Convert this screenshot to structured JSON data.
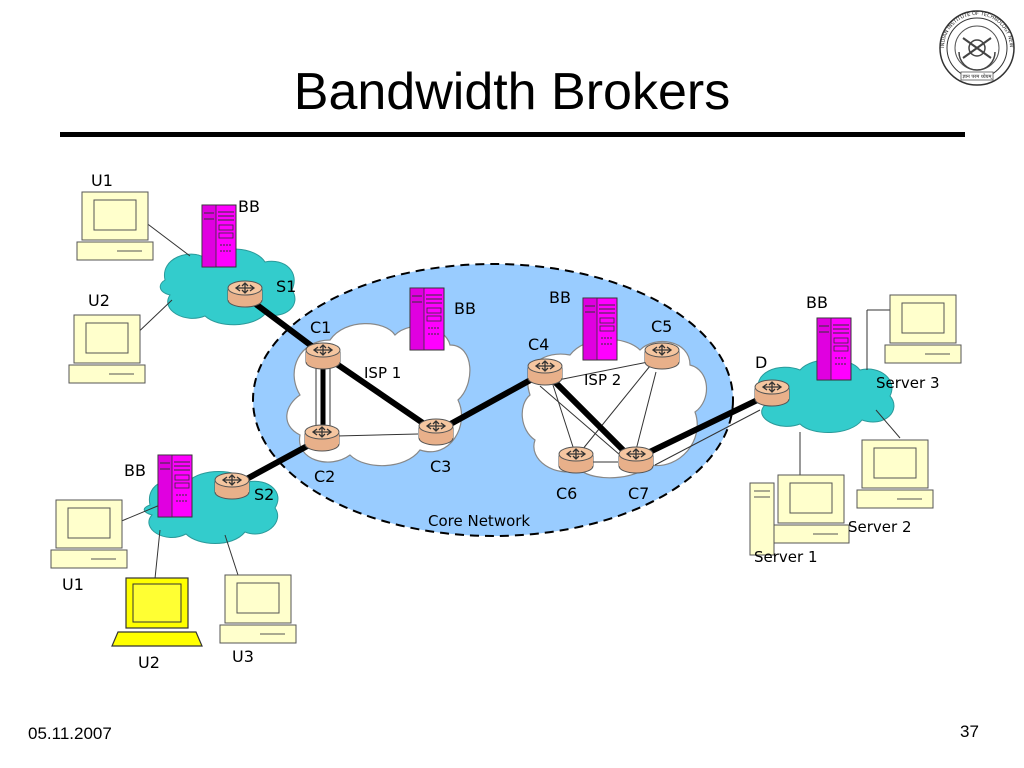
{
  "slide": {
    "title": "Bandwidth Brokers",
    "date": "05.11.2007",
    "page_number": "37"
  },
  "logo": {
    "ring_text": "INDIAN INSTITUTE OF TECHNOLOGY NEW DELHI",
    "motto": "ज्ञान परम ध्येयम्"
  },
  "diagram": {
    "core_network_label": "Core Network",
    "isp1_label": "ISP 1",
    "isp2_label": "ISP 2",
    "routers": {
      "s1": "S1",
      "s2": "S2",
      "c1": "C1",
      "c2": "C2",
      "c3": "C3",
      "c4": "C4",
      "c5": "C5",
      "c6": "C6",
      "c7": "C7",
      "d": "D"
    },
    "bandwidth_brokers": {
      "bb_s1": "BB",
      "bb_s2": "BB",
      "bb_isp1": "BB",
      "bb_isp2": "BB",
      "bb_dest": "BB"
    },
    "hosts": {
      "u1_top": "U1",
      "u2_top": "U2",
      "u1_bottom": "U1",
      "u2_bottom": "U2",
      "u3_bottom": "U3",
      "server1": "Server 1",
      "server2": "Server 2",
      "server3": "Server 3"
    },
    "colors": {
      "core_fill": "#99ccff",
      "access_cloud": "#33cccc",
      "router": "#f5c6a0",
      "bb_server": "#ff00ff",
      "monitor": "#ffffcc",
      "laptop": "#ffff00"
    }
  }
}
